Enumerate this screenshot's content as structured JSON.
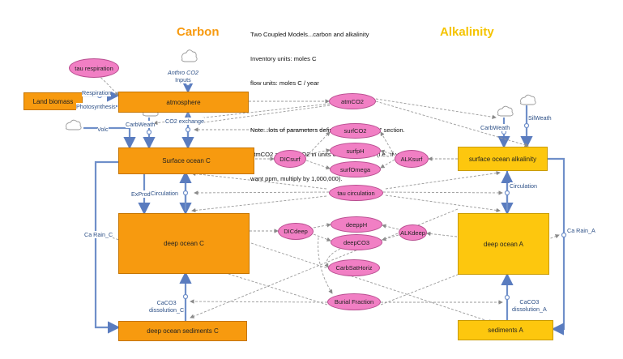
{
  "headings": {
    "carbon": "Carbon",
    "alkalinity": "Alkalinity",
    "carbon_color": "#f79a0f",
    "alkalinity_color": "#fdc70e"
  },
  "notes": {
    "line1": "Two Coupled Models...carbon and alkalinity",
    "line2": "Inventory units: moles C",
    "line3": "flow units: moles C / year",
    "line4": "Note...lots of parameters defined in the \"globals\" section.",
    "line5": "atmCO2 and surfCO2 in units of atmospheres (i.e., if you",
    "line6": "want ppm, multiply by 1,000,000)."
  },
  "stocks": {
    "land_biomass": "Land biomass",
    "atmosphere": "atmosphere",
    "surface_ocean_c": "Surface ocean C",
    "deep_ocean_c": "deep ocean C",
    "deep_ocean_sediments_c": "deep ocean sediments C",
    "surface_ocean_alkalinity": "surface ocean alkalinity",
    "deep_ocean_a": "deep ocean A",
    "sediments_a": "sediments A"
  },
  "variables": {
    "tau_respiration": "tau respiration",
    "atmco2": "atmCO2",
    "surfco2": "surfCO2",
    "surfph": "surfpH",
    "surfomega": "surfOmega",
    "dicsurf": "DICsurf",
    "alksurf": "ALKsurf",
    "tau_circulation": "tau circulation",
    "deepph": "deeppH",
    "deepco3": "deepCO3",
    "dicdeep": "DICdeep",
    "alkdeep": "ALKdeep",
    "carbsathoriz": "CarbSatHoriz",
    "burial_fraction": "Burial Fraction"
  },
  "flows": {
    "respiration": "Respiration",
    "photosynthesis": "Photosynthesis",
    "anthro_co2_line1": "Anthro CO2",
    "anthro_co2_line2": "Inputs",
    "co2_exchange": "CO2 exchange",
    "carbweath_c": "CarbWeath",
    "volc": "Volc",
    "exprod": "ExProd",
    "circulation_c": "Circulation",
    "ca_rain_c": "Ca Rain_C",
    "caco3_dissolution_c_line1": "CaCO3",
    "caco3_dissolution_c_line2": "dissolution_C",
    "carbweath_a": "CarbWeath",
    "silweath": "SilWeath",
    "circulation_a": "Circulation",
    "ca_rain_a": "Ca Rain_A",
    "caco3_dissolution_a_line1": "CaCO3",
    "caco3_dissolution_a_line2": "dissolution_A"
  },
  "colors": {
    "flow_pipe": "#6f8fc9",
    "connector": "#9a9a9a",
    "variable_fill": "#f17fc4"
  }
}
